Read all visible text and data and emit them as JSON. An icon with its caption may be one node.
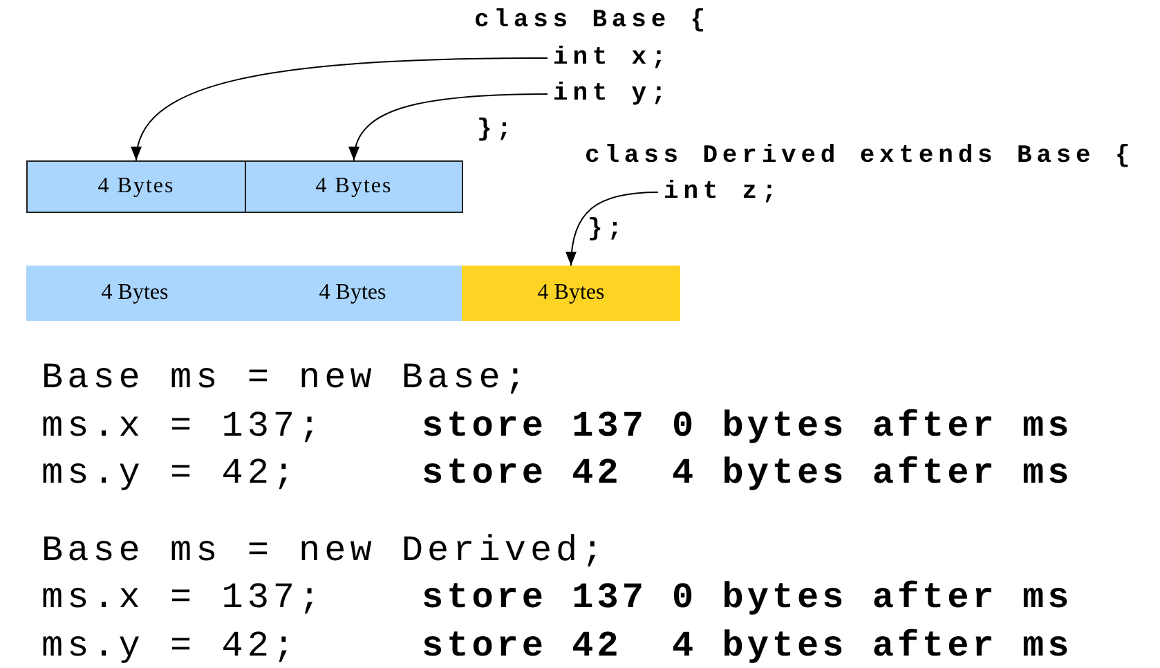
{
  "diagram": {
    "nodes": [
      {
        "text": [
          "int x;"
        ]
      },
      {
        "text": [
          "int y;"
        ]
      },
      {
        "text": [
          "4 Bytes"
        ]
      },
      {
        "text": [
          "4 Bytes"
        ]
      },
      {
        "text": [
          "int z;"
        ]
      },
      {
        "text": [
          "4 Bytes"
        ]
      },
      {
        "text": [
          "4 Bytes"
        ]
      },
      {
        "text": [
          "4 Bytes"
        ]
      }
    ],
    "edges": [
      {
        "from": 0,
        "to": 2,
        "arrow": "to"
      },
      {
        "from": 1,
        "to": 3,
        "arrow": "to"
      },
      {
        "from": 4,
        "to": 7,
        "arrow": "to"
      }
    ],
    "labels": [
      "class Base {",
      "};",
      "class Derived extends Base {",
      "};",
      "Base ms = new Base;",
      "ms.x = 137;",
      "store 137 0 bytes after ms",
      "ms.y = 42;",
      "store 42  4 bytes after ms",
      "Base ms = new Derived;",
      "ms.x = 137;",
      "store 137 0 bytes after ms",
      "ms.y = 42;",
      "store 42  4 bytes after ms"
    ]
  }
}
